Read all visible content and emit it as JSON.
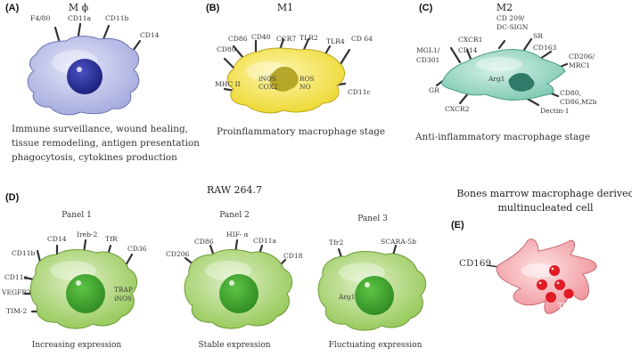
{
  "panels": {
    "A": {
      "letter": "(A)",
      "title": "M ϕ",
      "markers": [
        "F4/80",
        "CD11a",
        "CD11b",
        "CD14"
      ],
      "caption": [
        "Immune surveillance, wound healing,",
        "tissue remodeling, antigen presentation",
        "phagocytosis, cytokines production"
      ]
    },
    "B": {
      "letter": "(B)",
      "title": "M1",
      "markers": [
        "CD86",
        "CD40",
        "CCR7",
        "TLR2",
        "TLR4",
        "CD 64",
        "CD80",
        "MHC II",
        "CD11c"
      ],
      "inner": [
        "iNOS",
        "COX2",
        "ROS",
        "NO"
      ],
      "caption": "Proinflammatory macrophage stage"
    },
    "C": {
      "letter": "(C)",
      "title": "M2",
      "markers": [
        "CD 209/",
        "DC-SIGN",
        "CXCR1",
        "SR",
        "CD163",
        "MGL1/",
        "CD301",
        "CD14",
        "CD206/",
        "MRC1",
        "GR",
        "CXCR2",
        "CD80,",
        "CD86,M2b",
        "Dectin-1"
      ],
      "inner": [
        "Arg1"
      ],
      "caption": "Anti-inflammatory macrophage stage"
    },
    "D": {
      "letter": "(D)",
      "title": "RAW 264.7",
      "subpanels": [
        {
          "title": "Panel 1",
          "markers": [
            "CD11b",
            "CD14",
            "Ireb-2",
            "TfR",
            "CD36",
            "CD11c",
            "VEGFR2",
            "TIM-2"
          ],
          "inner": [
            "TRAP",
            "iNOS"
          ],
          "caption": "Increasing expression"
        },
        {
          "title": "Panel 2",
          "markers": [
            "CD86",
            "HIF- α",
            "CD11a",
            "CD206",
            "CD18"
          ],
          "caption": "Stable expression"
        },
        {
          "title": "Panel 3",
          "markers": [
            "Tfr2",
            "SCARA-5b"
          ],
          "inner": [
            "Arg1"
          ],
          "caption": "Fluctuating expression"
        }
      ]
    },
    "E": {
      "letter": "(E)",
      "title": [
        "Bones marrow macrophage derived",
        "multinucleated cell"
      ],
      "markers": [
        "CD169"
      ],
      "inner": [
        "TRAP"
      ]
    }
  },
  "colors": {
    "mphi_cell": "#b9bde8",
    "mphi_nucleus": "#232a8f",
    "m1_cell": "#f3e34a",
    "m2_cell": "#8fd4c0",
    "raw_cell": "#a6d36a",
    "raw_nucleus": "#3f9e2c",
    "bm_cell": "#f2a3a8",
    "bm_nuclei": "#e01b24"
  }
}
